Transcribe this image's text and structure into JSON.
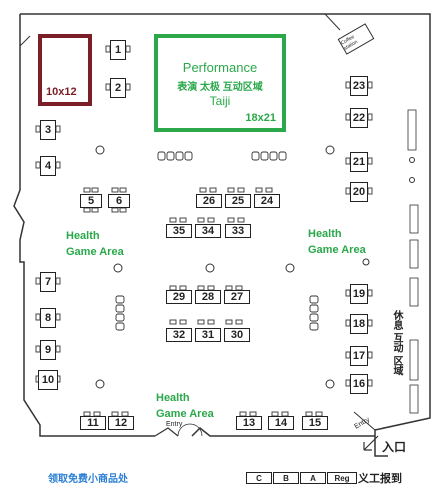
{
  "zones": {
    "booth_10x12": {
      "label": "10x12",
      "color": "#7a1e28"
    },
    "performance": {
      "title": "Performance",
      "subtitle_cn": "表演 太极 互动区域",
      "subtitle_en": "Taiji",
      "size": "18x21",
      "color": "#2aa84a"
    },
    "health_left": {
      "line1": "Health",
      "line2": "Game Area"
    },
    "health_right": {
      "line1": "Health",
      "line2": "Game Area"
    },
    "health_bottom": {
      "line1": "Health",
      "line2": "Game Area"
    },
    "rest_area_cn": "休息 互动 区域",
    "coffee_label": "Coffee station",
    "entry_bottom": "Entry",
    "entry_right": "Entry",
    "entrance_cn": "入口",
    "free_gift_cn": "领取免费小商品处",
    "registration_cn": "义工报到"
  },
  "tables": [
    "1",
    "2",
    "3",
    "4",
    "5",
    "6",
    "7",
    "8",
    "9",
    "10",
    "11",
    "12",
    "13",
    "14",
    "15",
    "16",
    "17",
    "18",
    "19",
    "20",
    "21",
    "22",
    "23",
    "24",
    "25",
    "26",
    "27",
    "28",
    "29",
    "30",
    "31",
    "32",
    "33",
    "34",
    "35"
  ],
  "registration": [
    "C",
    "B",
    "A",
    "Reg"
  ],
  "colors": {
    "accent_green": "#2aa84a",
    "booth_red": "#7a1e28",
    "info_blue": "#2b7fd4"
  }
}
